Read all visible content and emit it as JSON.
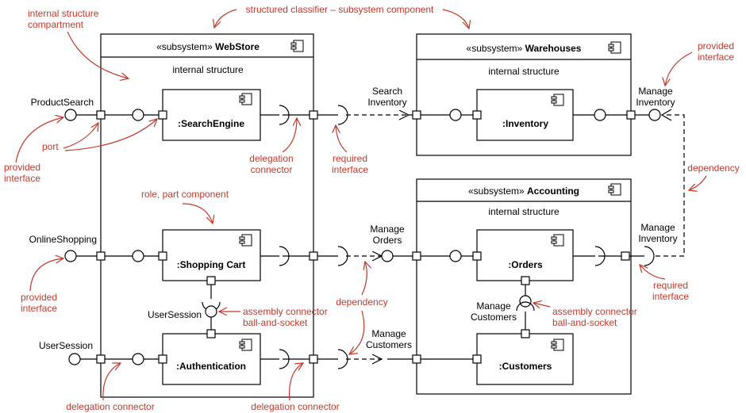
{
  "stereotype": "«subsystem»",
  "webstore": {
    "name": "WebStore",
    "compartment": "internal structure"
  },
  "warehouses": {
    "name": "Warehouses",
    "compartment": "internal structure"
  },
  "accounting": {
    "name": "Accounting",
    "compartment": "internal structure"
  },
  "parts": {
    "search_engine": ":SearchEngine",
    "shopping_cart": ":Shopping Cart",
    "authentication": ":Authentication",
    "inventory": ":Inventory",
    "orders": ":Orders",
    "customers": ":Customers"
  },
  "interfaces": {
    "product_search": "ProductSearch",
    "online_shopping": "OnlineShopping",
    "user_session_outer": "UserSession",
    "user_session_inner": "UserSession",
    "search_inventory_1": "Search",
    "search_inventory_2": "Inventory",
    "manage_inventory_top_1": "Manage",
    "manage_inventory_top_2": "Inventory",
    "manage_orders_1": "Manage",
    "manage_orders_2": "Orders",
    "manage_customers_mid_1": "Manage",
    "manage_customers_mid_2": "Customers",
    "manage_inventory_acc_1": "Manage",
    "manage_inventory_acc_2": "Inventory",
    "manage_customers_acc_1": "Manage",
    "manage_customers_acc_2": "Customers"
  },
  "annotations": {
    "internal_structure_1": "internal structure",
    "internal_structure_2": "compartment",
    "structured_classifier": "structured classifier – subsystem component",
    "provided_top_1": "provided",
    "provided_top_2": "interface",
    "port": "port",
    "provided_left_1": "provided",
    "provided_left_2": "interface",
    "delegation_1": "delegation",
    "delegation_2": "connector",
    "required_1": "required",
    "required_2": "interface",
    "dependency_right": "dependency",
    "role_part": "role, part component",
    "provided_mid_1": "provided",
    "provided_mid_2": "interface",
    "assembly_left_1": "assembly connector",
    "assembly_left_2": "ball-and-socket",
    "dependency_mid": "dependency",
    "assembly_right_1": "assembly connector",
    "assembly_right_2": "ball-and-socket",
    "required_acc_1": "required",
    "required_acc_2": "interface",
    "delegation_bottom_left": "delegation connector",
    "delegation_bottom_mid": "delegation connector"
  },
  "colors": {
    "annotation": "#c0392b",
    "line": "#000000"
  },
  "icons": {
    "component": "component-icon"
  }
}
